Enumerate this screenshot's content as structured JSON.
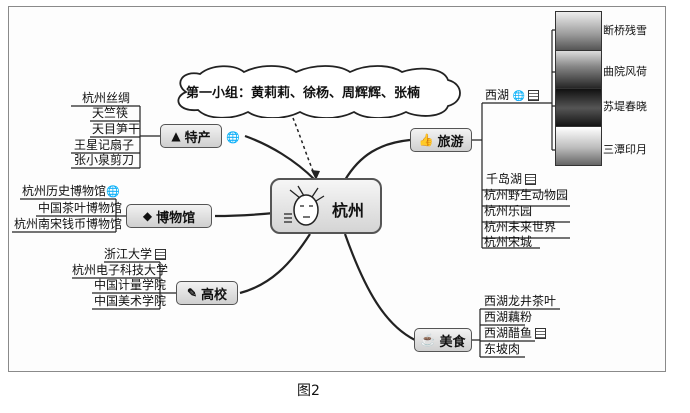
{
  "caption": "图2",
  "center": {
    "label": "杭州"
  },
  "callout": {
    "text": "第一小组：黄莉莉、徐杨、周辉辉、张楠"
  },
  "branches": {
    "specialty": {
      "label": "特产",
      "items": [
        "杭州丝绸",
        "天竺筷",
        "天目笋干",
        "王星记扇子",
        "张小泉剪刀"
      ]
    },
    "museum": {
      "label": "博物馆",
      "items": [
        "杭州历史博物馆",
        "中国茶叶博物馆",
        "杭州南宋钱币博物馆"
      ]
    },
    "college": {
      "label": "高校",
      "items": [
        "浙江大学",
        "杭州电子科技大学",
        "中国计量学院",
        "中国美术学院"
      ]
    },
    "travel": {
      "label": "旅游",
      "westlake": "西湖",
      "scenes": [
        "断桥残雪",
        "曲院风荷",
        "苏堤春晓",
        "三潭印月"
      ],
      "items": [
        "千岛湖",
        "杭州野生动物园",
        "杭州乐园",
        "杭州未来世界",
        "杭州宋城"
      ]
    },
    "food": {
      "label": "美食",
      "items": [
        "西湖龙井茶叶",
        "西湖藕粉",
        "西湖醋鱼",
        "东坡肉"
      ]
    }
  }
}
